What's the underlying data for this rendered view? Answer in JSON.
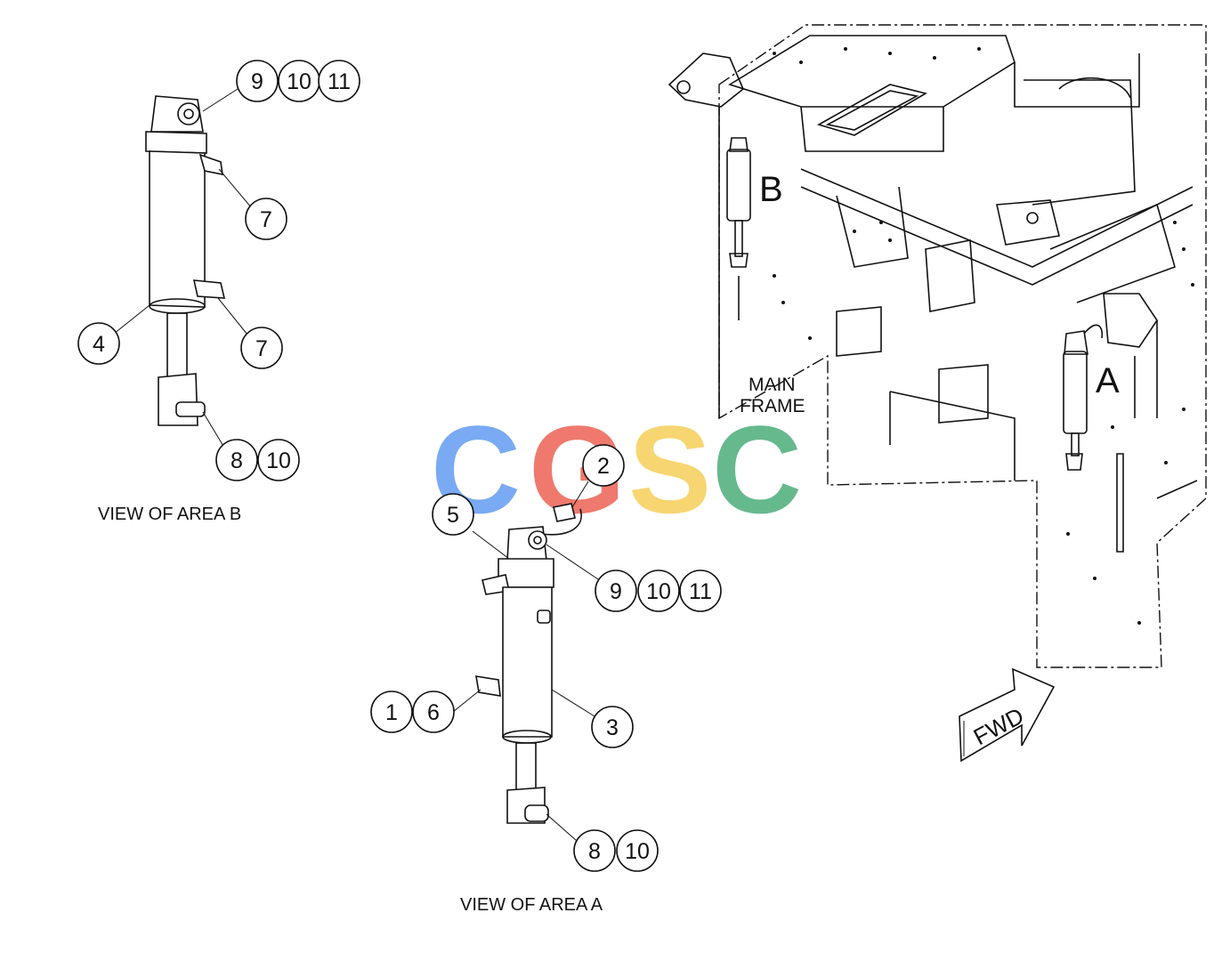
{
  "watermark": {
    "letters": [
      "C",
      "G",
      "S",
      "C"
    ],
    "colors": [
      "#4d8ef0",
      "#ea4d3d",
      "#f5c842",
      "#34a268"
    ]
  },
  "view_b": {
    "title": "VIEW OF AREA B",
    "callouts": [
      [
        "9",
        "10",
        "11"
      ],
      [
        "7"
      ],
      [
        "7"
      ],
      [
        "4"
      ],
      [
        "8",
        "10"
      ]
    ]
  },
  "view_a": {
    "title": "VIEW OF AREA A",
    "callouts": [
      [
        "2"
      ],
      [
        "5"
      ],
      [
        "9",
        "10",
        "11"
      ],
      [
        "1",
        "6"
      ],
      [
        "3"
      ],
      [
        "8",
        "10"
      ]
    ]
  },
  "main_frame": {
    "label_line1": "MAIN",
    "label_line2": "FRAME",
    "area_a_letter": "A",
    "area_b_letter": "B"
  },
  "direction_arrow": {
    "label": "FWD"
  }
}
